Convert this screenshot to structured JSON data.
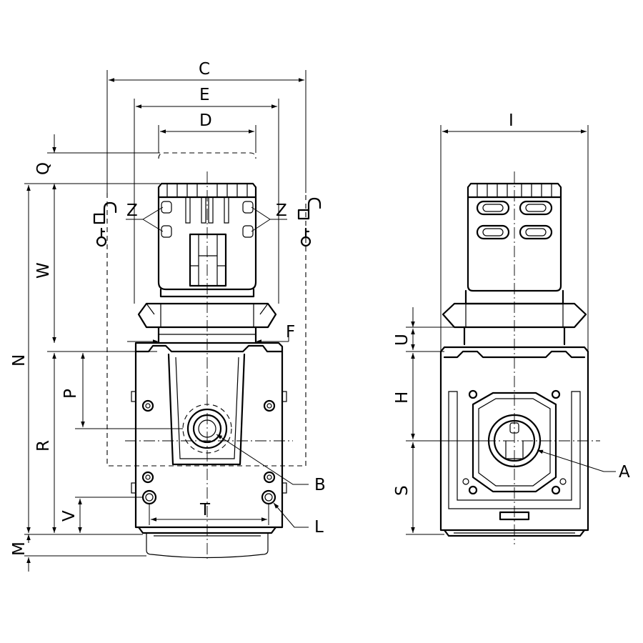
{
  "labels": {
    "C": "C",
    "E": "E",
    "D": "D",
    "Q": "Q",
    "W": "W",
    "N": "N",
    "R": "R",
    "P": "P",
    "V": "V",
    "M": "M",
    "F": "F",
    "T": "T",
    "Z": "Z",
    "B": "B",
    "L": "L",
    "I": "I",
    "U": "U",
    "H": "H",
    "S": "S",
    "A": "A"
  }
}
